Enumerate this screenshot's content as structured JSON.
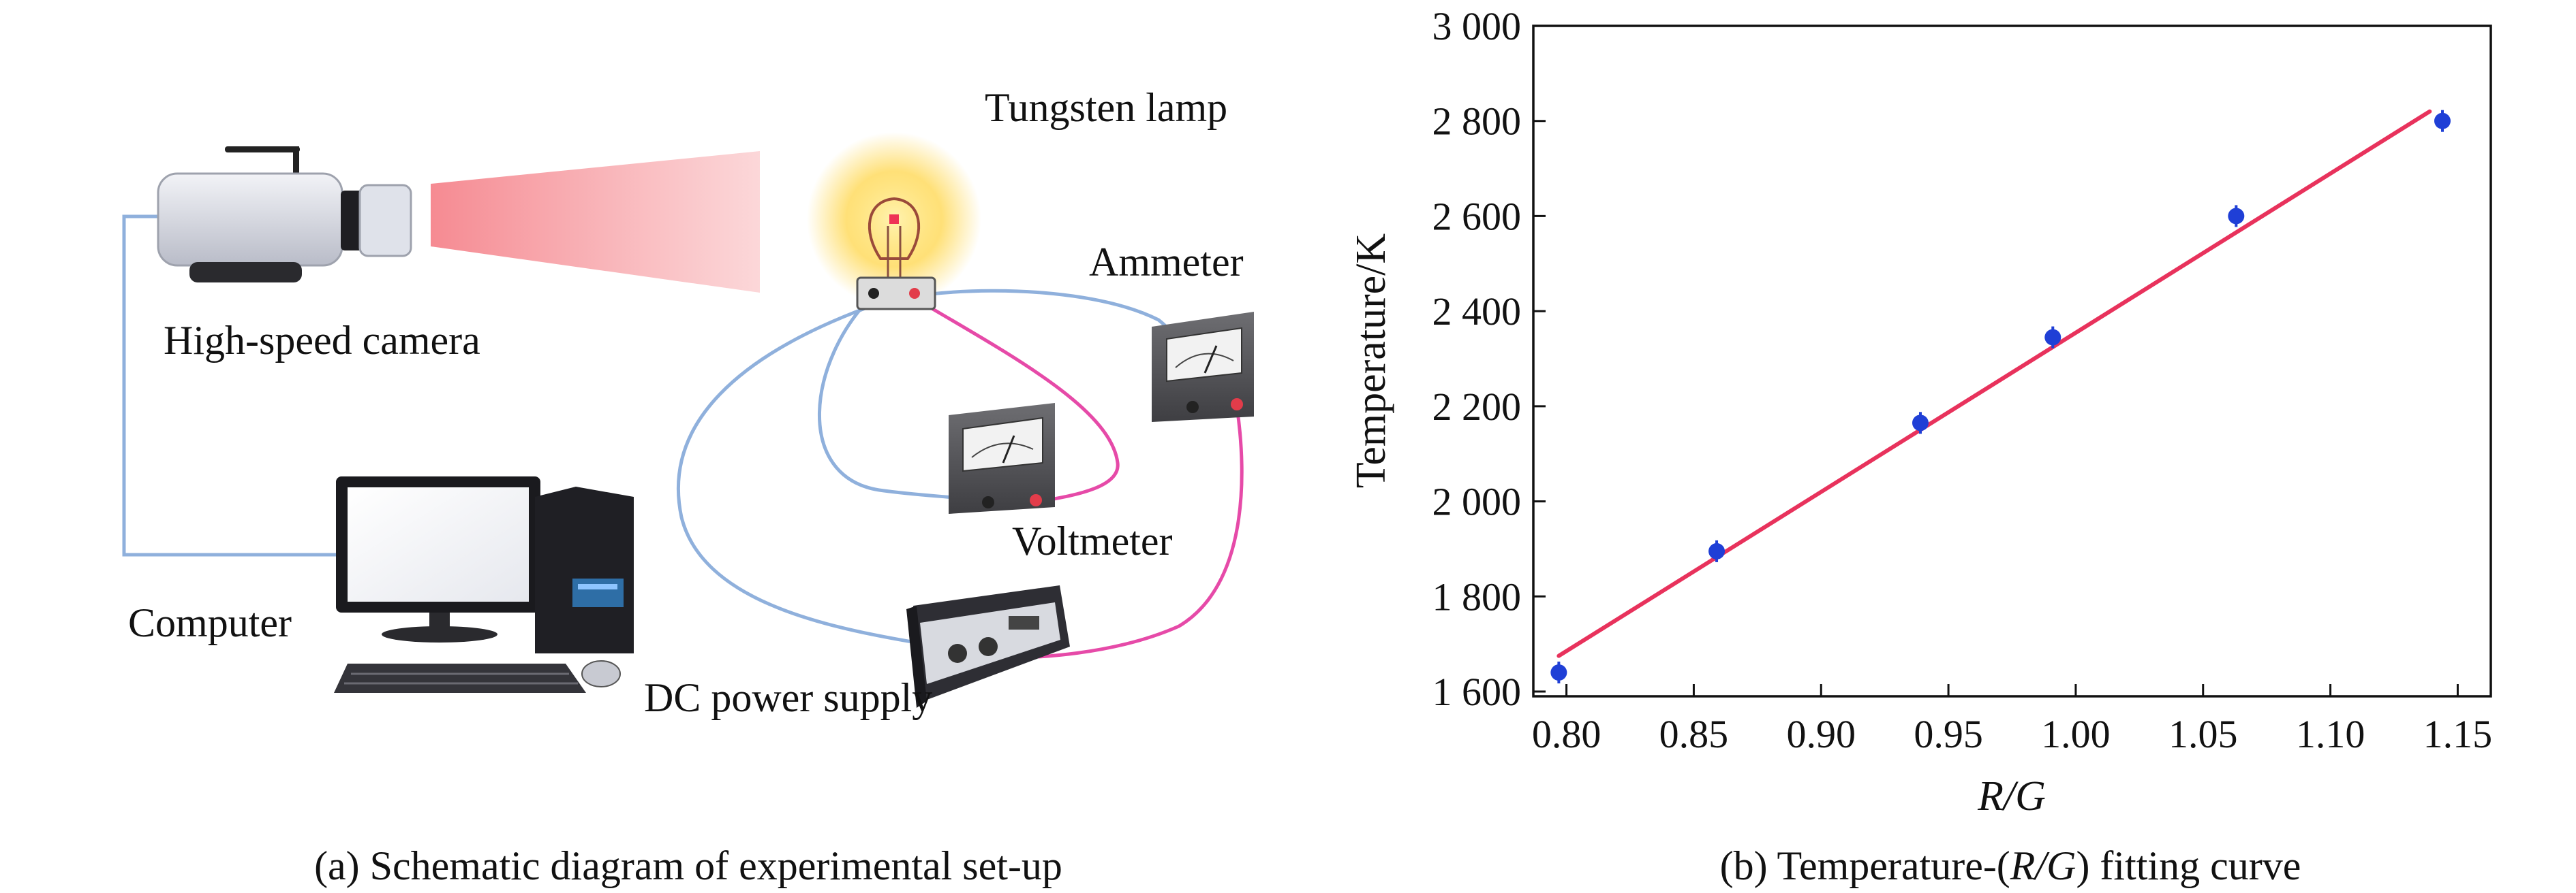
{
  "panel_a": {
    "caption": "(a) Schematic diagram of experimental set-up",
    "labels": {
      "camera": "High-speed camera",
      "lamp": "Tungsten lamp",
      "ammeter": "Ammeter",
      "voltmeter": "Voltmeter",
      "computer": "Computer",
      "power_supply": "DC power supply"
    }
  },
  "panel_b": {
    "caption_prefix": "(b) Temperature-(",
    "caption_var": "R/G",
    "caption_suffix": ") fitting curve"
  },
  "colors": {
    "fit_line": "#e8325c",
    "points": "#1f3fd6",
    "wire_blue": "#8fb0dc",
    "wire_pink": "#e64aa8",
    "light_beam": "#f59aa0",
    "lamp_glow": "#ffd64a"
  },
  "chart_data": {
    "type": "scatter",
    "xlabel": "R/G",
    "ylabel": "Temperature/K",
    "xlim": [
      0.787,
      1.163
    ],
    "ylim": [
      1590,
      3000
    ],
    "xticks": [
      0.8,
      0.85,
      0.9,
      0.95,
      1.0,
      1.05,
      1.1,
      1.15
    ],
    "xtick_labels": [
      "0.80",
      "0.85",
      "0.90",
      "0.95",
      "1.00",
      "1.05",
      "1.10",
      "1.15"
    ],
    "yticks": [
      1600,
      1800,
      2000,
      2200,
      2400,
      2600,
      2800,
      3000
    ],
    "ytick_labels": [
      "1 600",
      "1 800",
      "2 000",
      "2 200",
      "2 400",
      "2 600",
      "2 800",
      "3 000"
    ],
    "grid": false,
    "series": [
      {
        "kind": "points",
        "x": [
          0.797,
          0.859,
          0.939,
          0.991,
          1.063,
          1.144
        ],
        "y": [
          1640,
          1895,
          2165,
          2345,
          2600,
          2800
        ]
      },
      {
        "kind": "fit-line",
        "x": [
          0.797,
          1.139
        ],
        "y": [
          1675,
          2820
        ]
      }
    ]
  }
}
